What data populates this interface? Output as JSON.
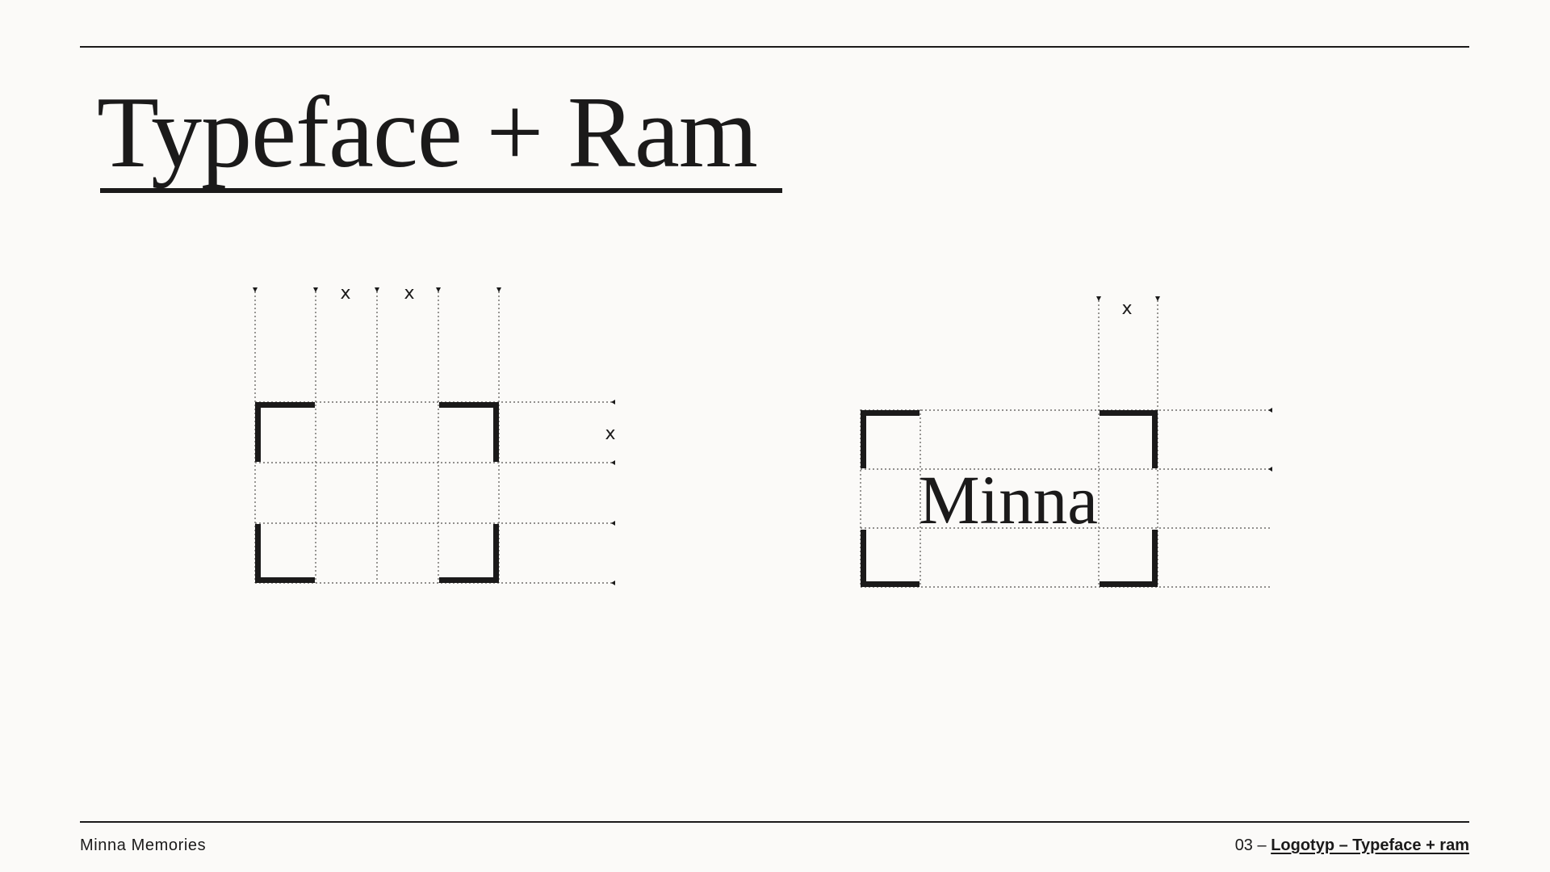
{
  "page": {
    "title": "Typeface + Ram"
  },
  "diagram_left": {
    "top_labels": [
      "x",
      "x"
    ],
    "side_label": "x",
    "description_icon": "frame-corners-grid"
  },
  "diagram_right": {
    "top_label": "x",
    "wordmark": "Minna"
  },
  "footer": {
    "brand": "Minna Memories",
    "section_number": "03 –",
    "section_link": "Logotyp – Typeface + ram"
  },
  "colors": {
    "background": "#fbfaf8",
    "ink": "#1b1a1a",
    "guide": "#6f6d6a"
  }
}
